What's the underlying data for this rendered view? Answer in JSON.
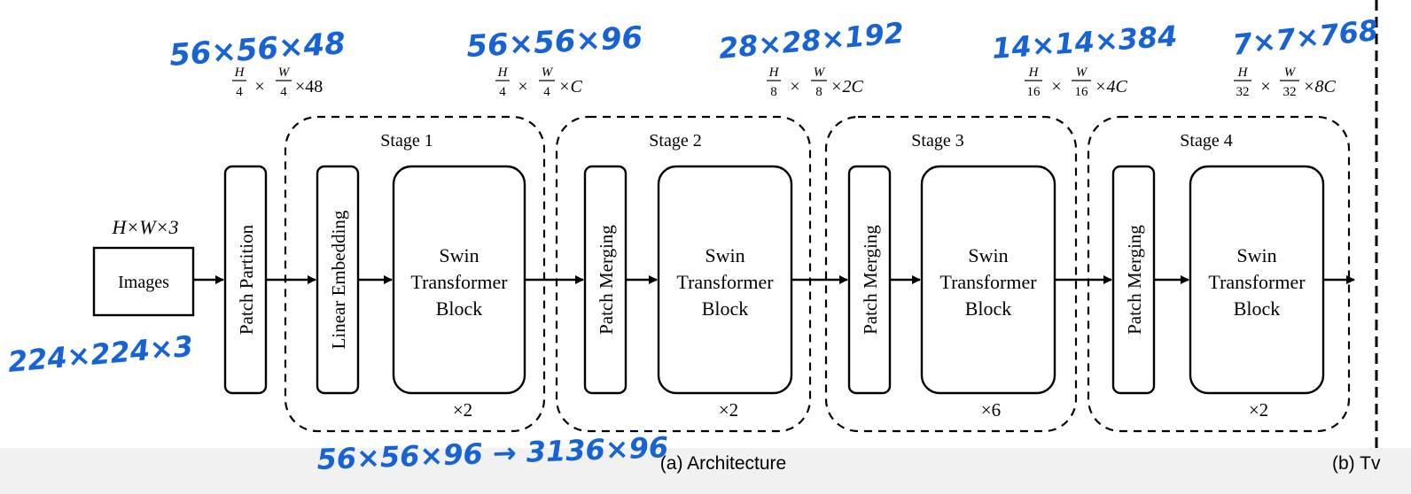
{
  "input": {
    "dims_label": "H×W×3",
    "box_label": "Images"
  },
  "blocks": {
    "patch_partition": "Patch Partition",
    "linear_embedding": "Linear Embedding",
    "patch_merging": "Patch Merging",
    "swin_lines": [
      "Swin",
      "Transformer",
      "Block"
    ]
  },
  "stages": [
    {
      "title": "Stage 1",
      "repeat": "×2"
    },
    {
      "title": "Stage 2",
      "repeat": "×2"
    },
    {
      "title": "Stage 3",
      "repeat": "×6"
    },
    {
      "title": "Stage 4",
      "repeat": "×2"
    }
  ],
  "dims_printed": {
    "d0": {
      "num_h": "H",
      "den_h": "4",
      "num_w": "W",
      "den_w": "4",
      "tail": "×48"
    },
    "d1": {
      "num_h": "H",
      "den_h": "4",
      "num_w": "W",
      "den_w": "4",
      "tail": "×C"
    },
    "d2": {
      "num_h": "H",
      "den_h": "8",
      "num_w": "W",
      "den_w": "8",
      "tail": "×2C"
    },
    "d3": {
      "num_h": "H",
      "den_h": "16",
      "num_w": "W",
      "den_w": "16",
      "tail": "×4C"
    },
    "d4": {
      "num_h": "H",
      "den_h": "32",
      "num_w": "W",
      "den_w": "32",
      "tail": "×8C"
    }
  },
  "handwritten": {
    "n0": "56×56×48",
    "n1": "56×56×96",
    "n2": "28×28×192",
    "n3": "14×14×384",
    "n4": "7×7×768",
    "input_note": "224×224×3",
    "bottom_note": "56×56×96 → 3136×96"
  },
  "captions": {
    "a": "(a) Architecture",
    "b": "(b) Tv"
  },
  "colors": {
    "ink": "#1763d6",
    "line": "#000000"
  }
}
